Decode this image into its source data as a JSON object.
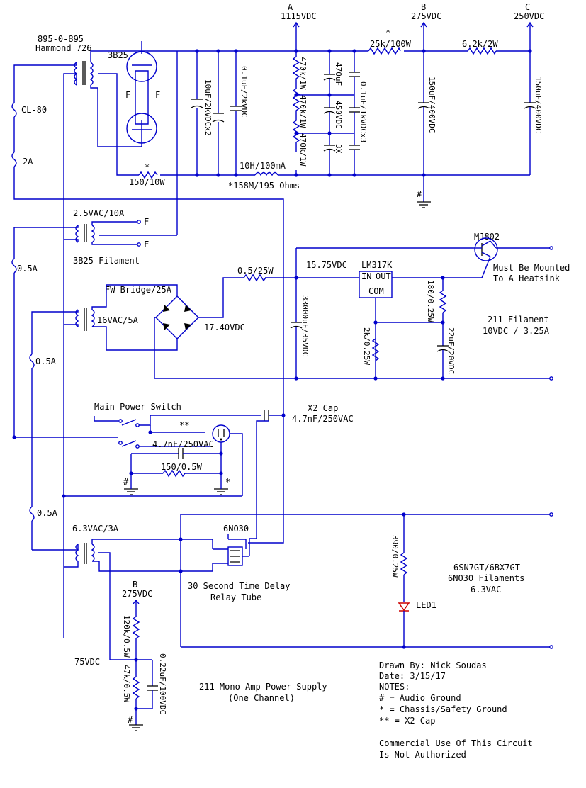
{
  "nodes": {
    "a": {
      "letter": "A",
      "voltage": "1115VDC"
    },
    "b": {
      "letter": "B",
      "voltage": "275VDC"
    },
    "c": {
      "letter": "C",
      "voltage": "250VDC"
    }
  },
  "transformers": {
    "hv_model": "895-0-895",
    "hv_brand": "Hammond 726",
    "fil_rating": "2.5VAC/10A",
    "fil_caption": "3B25 Filament",
    "fil_out": "F",
    "sixteen": "16VAC/5A",
    "sixthree": "6.3VAC/3A"
  },
  "tube": {
    "name": "3B25",
    "f_label": "F"
  },
  "fuses": {
    "cl80": "CL-80",
    "main": "2A",
    "f1": "0.5A",
    "f2": "0.5A",
    "f3": "0.5A"
  },
  "hv_section": {
    "r_series": "150/10W",
    "r_series_note": "*",
    "cap1": "10uF/2kVDCx2",
    "cap2": "0.1uF/2kVDC",
    "choke": "10H/100mA",
    "choke_note": "*158M/195 Ohms",
    "r_bleed1": "470k/1W",
    "r_bleed2": "470k/1W",
    "r_bleed3": "470k/1W",
    "cap_elec": "470uF",
    "cap_elec_v": "450VDC",
    "cap_elec_n": "3X",
    "cap_film": "0.1uF/1kVDCx3",
    "r_ab": "25k/100W",
    "r_ab_note": "*",
    "cap_b": "150uF/400VDC",
    "r_bc": "6.2k/2W",
    "cap_c": "150uF/400VDC"
  },
  "filament_211": {
    "bridge": "FW Bridge/25A",
    "v_bridge": "17.40VDC",
    "r_in": "0.5/25W",
    "v_in": "15.75VDC",
    "reg": "LM317K",
    "pin_in": "IN",
    "pin_out": "OUT",
    "pin_com": "COM",
    "big_cap": "33000uF/35VDC",
    "r_top": "180/0.25W",
    "r_bot": "2k/0.25W",
    "cap_adj": "22uF/20VDC",
    "transistor": "MJ802",
    "heatsink1": "Must Be Mounted",
    "heatsink2": "To A Heatsink",
    "title": "211 Filament",
    "spec": "10VDC / 3.25A"
  },
  "switch_section": {
    "main_switch": "Main Power Switch",
    "x2cap_title": "X2 Cap",
    "x2cap_value": "4.7nF/250VAC",
    "stars": "**",
    "cap": "4.7nF/250VAC",
    "res": "150/0.5W",
    "gnd_a": "#",
    "gnd_b": "*"
  },
  "relay_section": {
    "tube": "6NO30",
    "caption1": "30 Second Time Delay",
    "caption2": "Relay Tube",
    "r_led": "390/0.25W",
    "led": "LED1",
    "fil1": "6SN7GT/6BX7GT",
    "fil2": "6NO30 Filaments",
    "fil3": "6.3VAC"
  },
  "bias_section": {
    "node_letter": "B",
    "node_v": "275VDC",
    "r1": "120k/0.5W",
    "r2": "47k/0.5W",
    "cap": "0.22uF/100VDC",
    "v_out": "75VDC",
    "gnd": "#"
  },
  "captions": {
    "title1": "211 Mono Amp Power Supply",
    "title2": "(One Channel)",
    "gnd_hash": "#"
  },
  "notes": {
    "drawn_by": "Drawn By: Nick Soudas",
    "date": "Date: 3/15/17",
    "heading": "NOTES:",
    "n1": "# = Audio Ground",
    "n2": "* = Chassis/Safety Ground",
    "n3": "** = X2 Cap",
    "c1": "Commercial Use Of This Circuit",
    "c2": "Is Not Authorized"
  }
}
